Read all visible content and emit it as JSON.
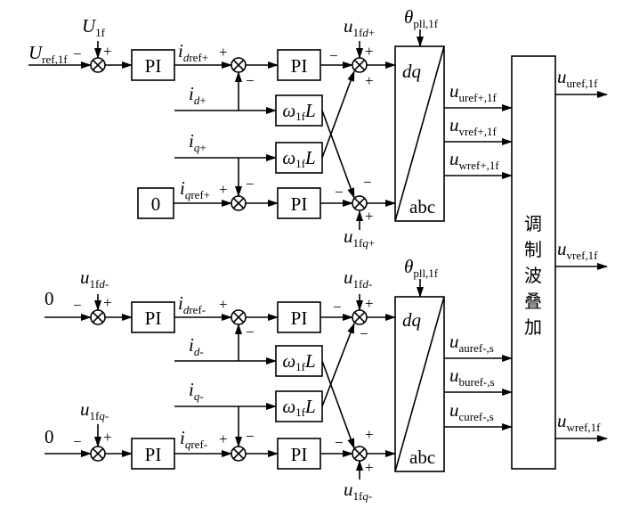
{
  "diagram": {
    "title": "Dual-sequence dq current control with modulation-wave superposition",
    "blocks": {
      "pi_label": "PI",
      "zero_label": "0",
      "decoupling_main": "ω",
      "decoupling_sub": "1f",
      "decoupling_tail": "L",
      "dq_label": "dq",
      "abc_label": "abc",
      "superposition_lines": [
        "调",
        "制",
        "波",
        "叠",
        "加"
      ]
    },
    "positive_sequence": {
      "input_ref": {
        "main": "U",
        "sub": "ref,1f",
        "sign": "−"
      },
      "input_fb": {
        "main": "U",
        "sub": "1f",
        "sign": "+"
      },
      "idref": {
        "main": "i",
        "sub_i": "d",
        "sub": "ref+"
      },
      "id": {
        "main": "i",
        "sub_i": "d",
        "sub": "+"
      },
      "iq": {
        "main": "i",
        "sub_i": "q",
        "sub": "+"
      },
      "iqref": {
        "main": "i",
        "sub_i": "q",
        "sub": "ref+"
      },
      "ud_ff": {
        "main": "u",
        "sub": "1f",
        "sub_i": "d",
        "sub2": "+"
      },
      "uq_ff": {
        "main": "u",
        "sub": "1f",
        "sub_i": "q",
        "sub2": "+"
      },
      "theta": {
        "main": "θ",
        "sub": "pll,1f"
      },
      "outputs": [
        {
          "main": "u",
          "sub": "uref+,1f"
        },
        {
          "main": "u",
          "sub": "vref+,1f"
        },
        {
          "main": "u",
          "sub": "wref+,1f"
        }
      ]
    },
    "negative_sequence": {
      "d_input": "0",
      "q_input": "0",
      "ud_fb": {
        "main": "u",
        "sub": "1f",
        "sub_i": "d",
        "sub2": "-"
      },
      "uq_fb": {
        "main": "u",
        "sub": "1f",
        "sub_i": "q",
        "sub2": "-"
      },
      "idref": {
        "main": "i",
        "sub_i": "d",
        "sub": "ref-"
      },
      "id": {
        "main": "i",
        "sub_i": "d",
        "sub": "-"
      },
      "iq": {
        "main": "i",
        "sub_i": "q",
        "sub": "-"
      },
      "iqref": {
        "main": "i",
        "sub_i": "q",
        "sub": "ref-"
      },
      "ud_ff": {
        "main": "u",
        "sub": "1f",
        "sub_i": "d",
        "sub2": "-"
      },
      "uq_ff": {
        "main": "u",
        "sub": "1f",
        "sub_i": "q",
        "sub2": "-"
      },
      "theta": {
        "main": "θ",
        "sub": "pll,1f"
      },
      "outputs": [
        {
          "main": "u",
          "sub": "auref-,s"
        },
        {
          "main": "u",
          "sub": "buref-,s"
        },
        {
          "main": "u",
          "sub": "curef-,s"
        }
      ]
    },
    "final_outputs": [
      {
        "main": "u",
        "sub": "uref,1f"
      },
      {
        "main": "u",
        "sub": "vref,1f"
      },
      {
        "main": "u",
        "sub": "wref,1f"
      }
    ],
    "signs": {
      "plus": "+",
      "minus": "−"
    }
  }
}
